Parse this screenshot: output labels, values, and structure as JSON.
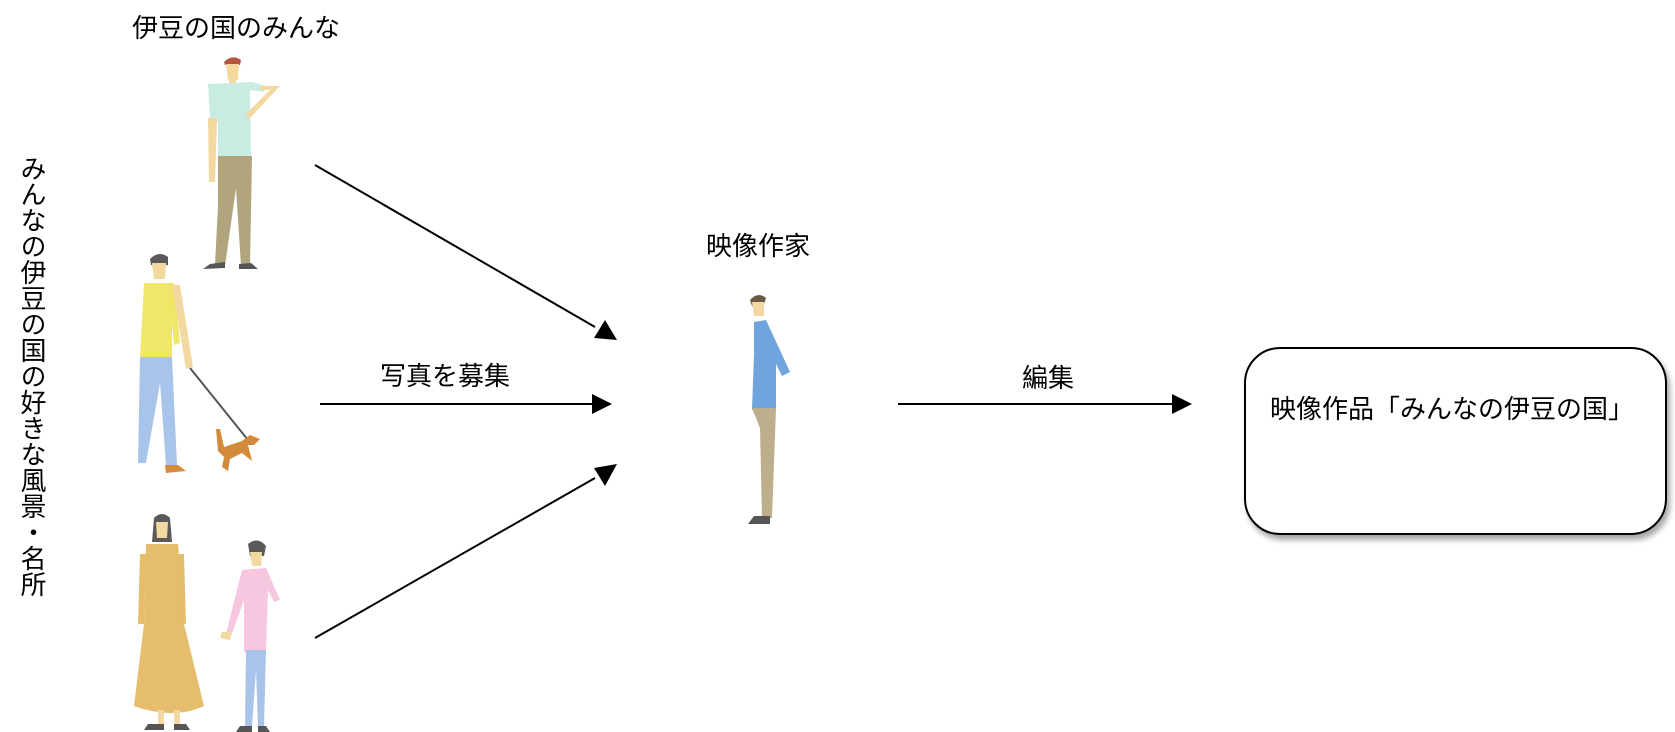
{
  "diagram": {
    "vertical_title": "みんなの伊豆の国の好きな風景・名所",
    "people_title": "伊豆の国のみんな",
    "artist_title": "映像作家",
    "collect_label": "写真を募集",
    "edit_label": "編集",
    "result_text": "映像作品「みんなの伊豆の国」"
  },
  "figures": {
    "man_pointing": {
      "shirt": "#c8ece2",
      "pants": "#b0a57c",
      "skin": "#f3d8a0",
      "hair": "#b5543f"
    },
    "man_with_dog": {
      "shirt": "#f0e66a",
      "pants": "#a9c4ea",
      "skin": "#f3d8a0",
      "hair": "#5a5a5a",
      "dog": "#d18b3b"
    },
    "woman_dress": {
      "dress": "#e6bd6c",
      "skin": "#f3d8a0",
      "hair": "#5a5a5a"
    },
    "woman_pink": {
      "top": "#f6c7df",
      "pants": "#a9c4ea",
      "skin": "#f3d8a0",
      "hair": "#5a5a5a"
    },
    "artist": {
      "shirt": "#6fa4dc",
      "pants": "#bdae8c",
      "skin": "#f3d8a0",
      "hair": "#6b5a4a"
    }
  }
}
